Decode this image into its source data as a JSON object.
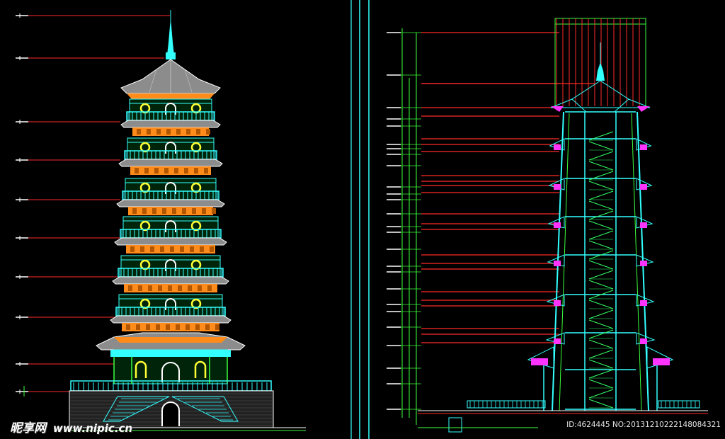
{
  "drawing": {
    "views": [
      "front-elevation",
      "cross-section"
    ],
    "pagoda_levels": 7,
    "colors": {
      "background": "#000000",
      "dimension_line": "#ff2a2a",
      "extension_line": "#3cff3c",
      "cyan": "#33ffff",
      "roof_gray": "#8c8c8c",
      "bracket_orange": "#ff8c1a",
      "window_yellow": "#ffff33",
      "white": "#ffffff",
      "magenta": "#ff33ff",
      "stair_green": "#33ff66"
    }
  },
  "watermark": {
    "site_name": "昵享网",
    "url": "www.nipic.cn",
    "id_text": "ID:4624445 NO:20131210222148084321"
  }
}
